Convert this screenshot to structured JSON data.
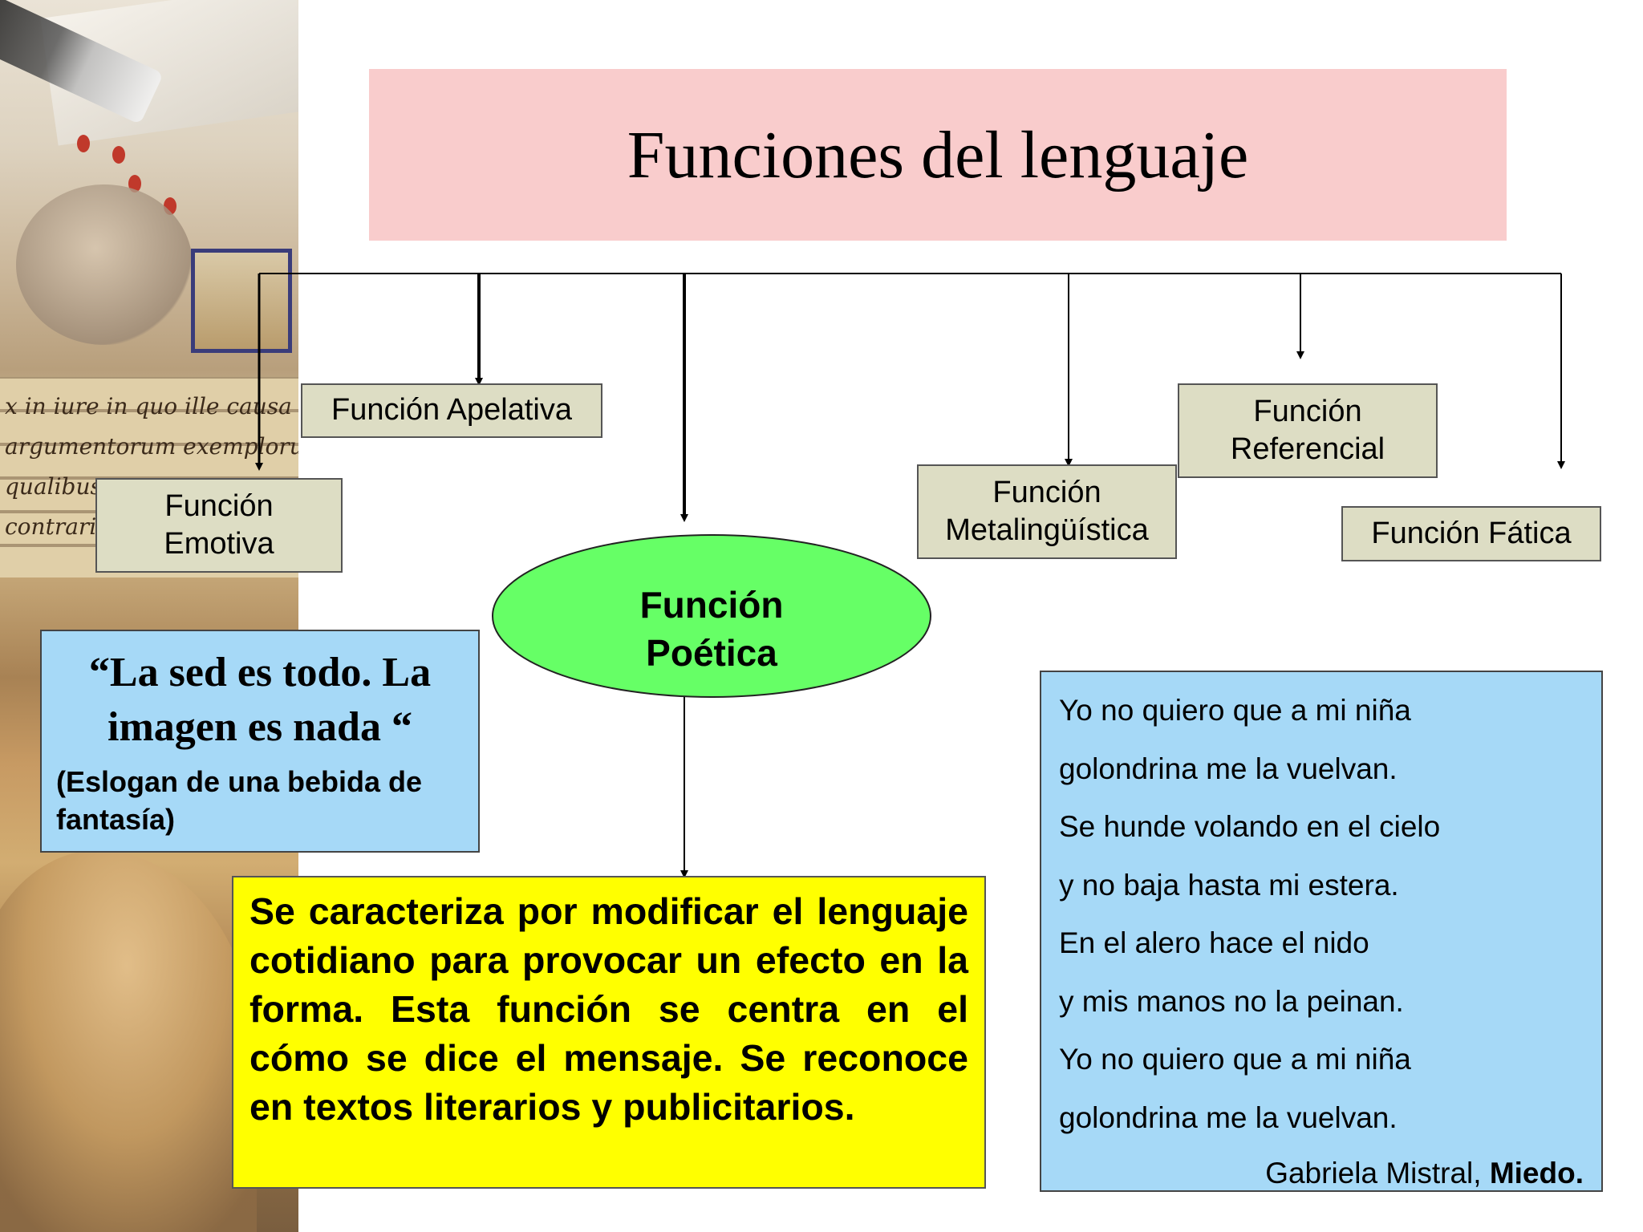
{
  "title": "Funciones del lenguaje",
  "functions": {
    "apelativa": "Función Apelativa",
    "emotiva": [
      "Función",
      "Emotiva"
    ],
    "metalinguistica": [
      "Función",
      "Metalingüística"
    ],
    "referencial": [
      "Función",
      "Referencial"
    ],
    "fatica": "Función Fática",
    "poetica": [
      "Función",
      "Poética"
    ]
  },
  "quote": {
    "text": "“La sed es todo. La imagen es nada “",
    "source": "(Eslogan de una bebida de fantasía)"
  },
  "description": "Se caracteriza por modificar el lenguaje cotidiano para provocar un efecto en la forma. Esta función se centra en el cómo se dice el mensaje. Se reconoce en textos literarios y publicitarios.",
  "poem": {
    "lines": [
      "Yo no quiero que a mi niña",
      "golondrina me la vuelvan.",
      "Se hunde volando en el cielo",
      "y no baja hasta mi estera.",
      "En el alero hace el nido",
      "y mis manos no la peinan.",
      "Yo no quiero que a mi niña",
      "golondrina me la vuelvan."
    ],
    "author": "Gabriela Mistral,",
    "work": "Miedo."
  },
  "collage": {
    "script_lines": [
      "x in iure in quo ille causa",
      "argumentorum exemplorum",
      "qualibus",
      "contraria"
    ]
  },
  "colors": {
    "title_bg": "#f9cccc",
    "function_box_bg": "#ddddc4",
    "poetica_ellipse": "#66ff66",
    "quote_bg": "#a6d9f7",
    "description_bg": "#ffff00",
    "poem_bg": "#a6d9f7"
  }
}
